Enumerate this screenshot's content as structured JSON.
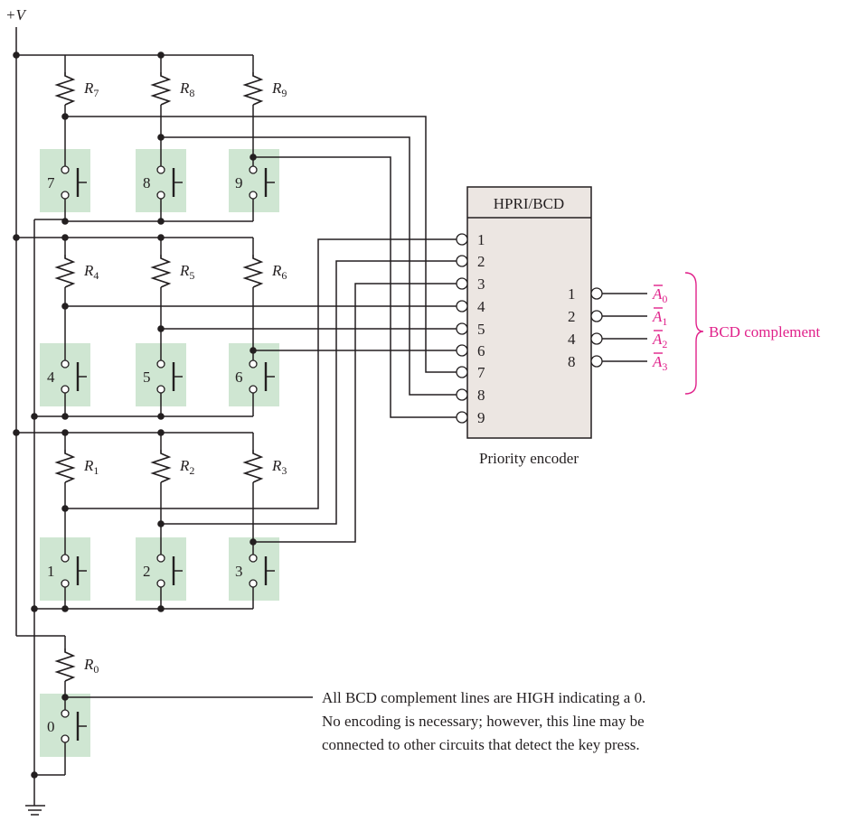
{
  "supply_label": "+V",
  "resistors": [
    {
      "id": "R7",
      "base": "R",
      "sub": "7"
    },
    {
      "id": "R8",
      "base": "R",
      "sub": "8"
    },
    {
      "id": "R9",
      "base": "R",
      "sub": "9"
    },
    {
      "id": "R4",
      "base": "R",
      "sub": "4"
    },
    {
      "id": "R5",
      "base": "R",
      "sub": "5"
    },
    {
      "id": "R6",
      "base": "R",
      "sub": "6"
    },
    {
      "id": "R1",
      "base": "R",
      "sub": "1"
    },
    {
      "id": "R2",
      "base": "R",
      "sub": "2"
    },
    {
      "id": "R3",
      "base": "R",
      "sub": "3"
    },
    {
      "id": "R0",
      "base": "R",
      "sub": "0"
    }
  ],
  "keys": [
    "7",
    "8",
    "9",
    "4",
    "5",
    "6",
    "1",
    "2",
    "3",
    "0"
  ],
  "encoder": {
    "title": "HPRI/BCD",
    "inputs": [
      "1",
      "2",
      "3",
      "4",
      "5",
      "6",
      "7",
      "8",
      "9"
    ],
    "outputs": [
      "1",
      "2",
      "4",
      "8"
    ],
    "caption": "Priority encoder"
  },
  "outputs": [
    {
      "base": "A",
      "sub": "0"
    },
    {
      "base": "A",
      "sub": "1"
    },
    {
      "base": "A",
      "sub": "2"
    },
    {
      "base": "A",
      "sub": "3"
    }
  ],
  "bcd_label": "BCD complement",
  "note_lines": [
    "All BCD complement lines are HIGH indicating a 0.",
    "No encoding is necessary; however, this line may be",
    "connected to other circuits that detect the key press."
  ],
  "colors": {
    "keypad_fill": "#cfe6d2",
    "accent": "#e0218a",
    "ink": "#231f20"
  }
}
